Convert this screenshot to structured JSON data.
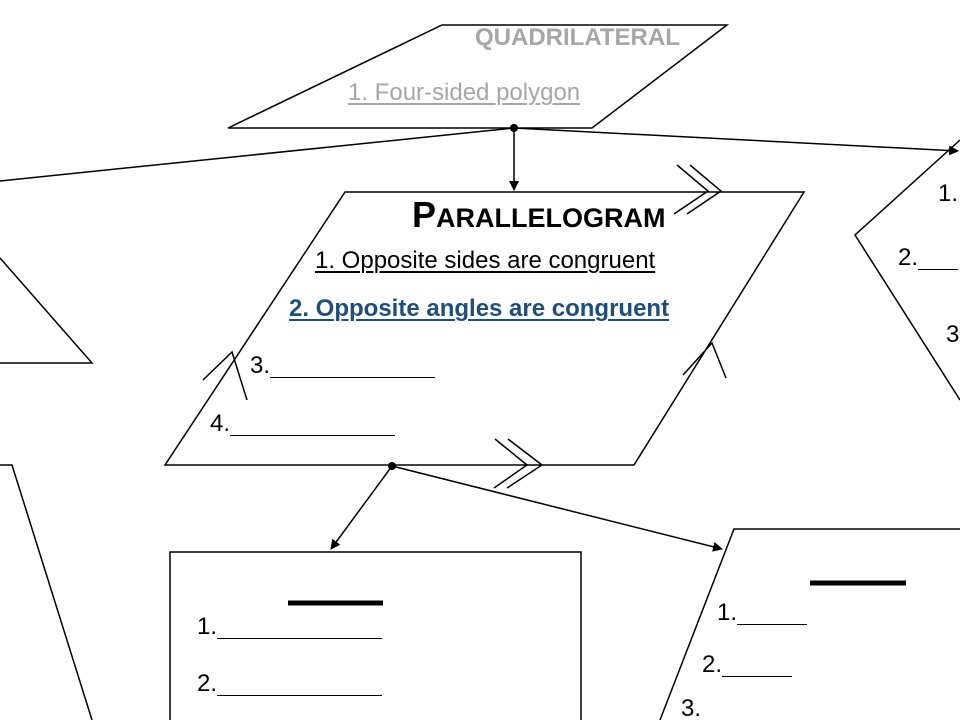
{
  "colors": {
    "stroke": "#000000",
    "muted_text": "#a6a6a6",
    "accent_text": "#1f4e79",
    "body_text": "#000000"
  },
  "quadrilateral": {
    "title": "QUADRILATERAL",
    "property_1": "1. Four-sided polygon"
  },
  "parallelogram": {
    "title_initial": "P",
    "title_rest": "ARALLELOGRAM",
    "property_1": "1.  Opposite sides are congruent",
    "property_2": "2. Opposite angles are congruent",
    "property_3": "3.",
    "property_4": "4."
  },
  "right_shape": {
    "item_1": "1.",
    "item_2": "2.",
    "item_3": "3"
  },
  "bottom_left_box": {
    "item_1": "1.",
    "item_2": "2."
  },
  "bottom_right_shape": {
    "item_1": "1.",
    "item_2": "2.",
    "item_3": "3."
  }
}
